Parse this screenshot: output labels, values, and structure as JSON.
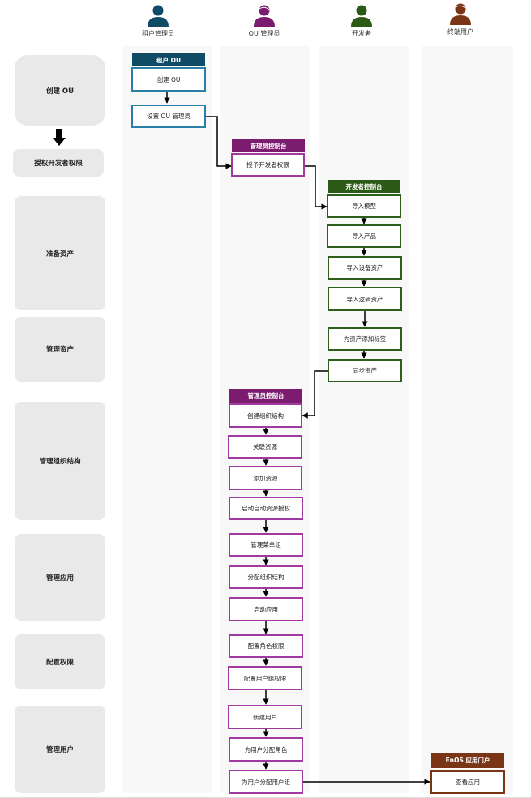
{
  "colors": {
    "tenant": "#0f4b64",
    "tenant_border": "#2a7fa8",
    "ou": "#7b1c6e",
    "ou_border": "#a03aa0",
    "developer": "#2b5a17",
    "developer_border": "#2e5e1b",
    "enduser": "#7a3516",
    "stage_bg": "#e9e9e9",
    "lane_bg": "#f8f8f8"
  },
  "actors": {
    "tenant_admin": {
      "label": "租户管理员",
      "icon": "person-icon"
    },
    "ou_admin": {
      "label": "OU 管理员",
      "icon": "person-icon"
    },
    "developer": {
      "label": "开发者",
      "icon": "person-icon"
    },
    "end_user": {
      "label": "终端用户",
      "icon": "person-icon"
    }
  },
  "stages": {
    "create_ou": "创建 OU",
    "grant_dev": "授权开发者权限",
    "prepare_assets": "准备资产",
    "manage_assets": "管理资产",
    "manage_org": "管理组织结构",
    "manage_apps": "管理应用",
    "config_perm": "配置权限",
    "manage_users": "管理用户"
  },
  "consoles": {
    "tenant_ou": "租户 OU",
    "admin_console_1": "管理员控制台",
    "dev_console": "开发者控制台",
    "admin_console_2": "管理员控制台",
    "enos_portal": "EnOS 应用门户"
  },
  "steps": {
    "create_ou": "创建 OU",
    "set_ou_admin": "设置 OU 管理员",
    "grant_dev": "授予开发者权限",
    "import_model": "导入模型",
    "import_product": "导入产品",
    "import_device": "导入设备资产",
    "import_logic": "导入逻辑资产",
    "add_tag": "为资产添加标签",
    "sync_assets": "同步资产",
    "create_org": "创建组织结构",
    "link_resource": "关联资源",
    "add_resource": "添加资源",
    "auto_auth": "启动自动资源授权",
    "manage_menu": "管理菜单组",
    "assign_org": "分配组织结构",
    "start_app": "启动应用",
    "role_perm": "配置角色权限",
    "group_perm": "配置用户组权限",
    "new_user": "新建用户",
    "assign_role": "为用户分配角色",
    "assign_group": "为用户分配用户组",
    "view_app": "查看应用"
  }
}
